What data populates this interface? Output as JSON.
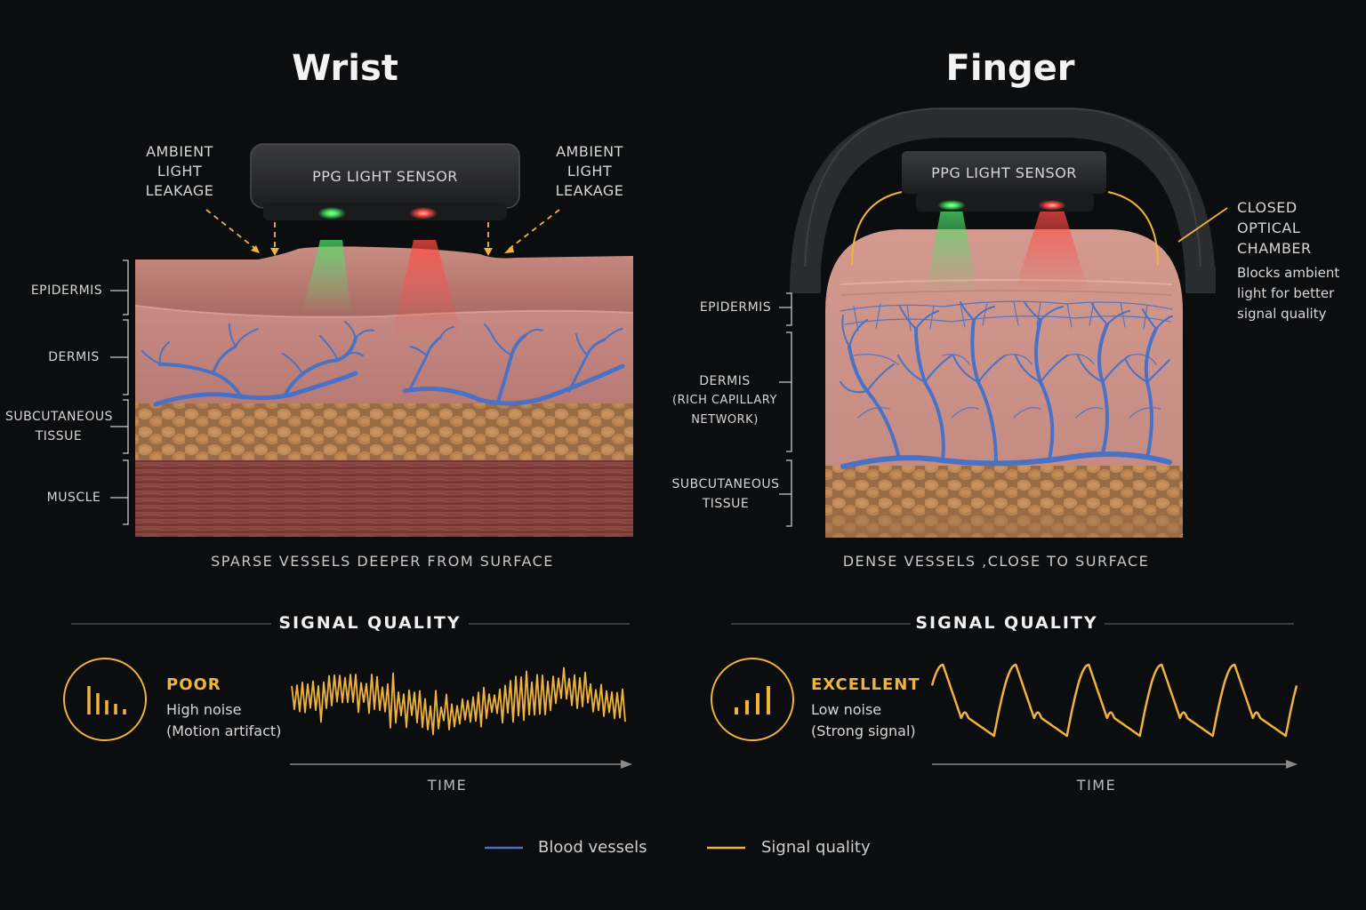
{
  "wrist": {
    "title": "Wrist",
    "sensor_label": "PPG LIGHT SENSOR",
    "ambient_left": [
      "AMBIENT",
      "LIGHT",
      "LEAKAGE"
    ],
    "ambient_right": [
      "AMBIENT",
      "LIGHT",
      "LEAKAGE"
    ],
    "layers": {
      "epidermis": "EPIDERMIS",
      "dermis": "DERMIS",
      "subcutaneous": [
        "SUBCUTANEOUS",
        "TISSUE"
      ],
      "muscle": "MUSCLE"
    },
    "caption": "SPARSE VESSELS DEEPER FROM SURFACE",
    "signal_title": "SIGNAL QUALITY",
    "quality": "POOR",
    "desc_line1": "High noise",
    "desc_line2": "(Motion artifact)",
    "axis_label": "TIME"
  },
  "finger": {
    "title": "Finger",
    "sensor_label": "PPG LIGHT SENSOR",
    "chamber": [
      "CLOSED",
      "OPTICAL",
      "CHAMBER"
    ],
    "chamber_desc": [
      "Blocks ambient",
      "light for better",
      "signal quality"
    ],
    "layers": {
      "epidermis": "EPIDERMIS",
      "dermis": [
        "DERMIS",
        "(RICH CAPILLARY",
        "NETWORK)"
      ],
      "subcutaneous": [
        "SUBCUTANEOUS",
        "TISSUE"
      ]
    },
    "caption": "DENSE VESSELS ,CLOSE TO SURFACE",
    "signal_title": "SIGNAL QUALITY",
    "quality": "EXCELLENT",
    "desc_line1": "Low noise",
    "desc_line2": "(Strong signal)",
    "axis_label": "TIME"
  },
  "legend": {
    "vessels": "Blood vessels",
    "signal": "Signal quality"
  },
  "colors": {
    "accent": "#f0b43c",
    "vessel": "#4a72c4",
    "green_led": "#3ee05a",
    "red_led": "#ff4a44",
    "background": "#0c0d0f"
  }
}
